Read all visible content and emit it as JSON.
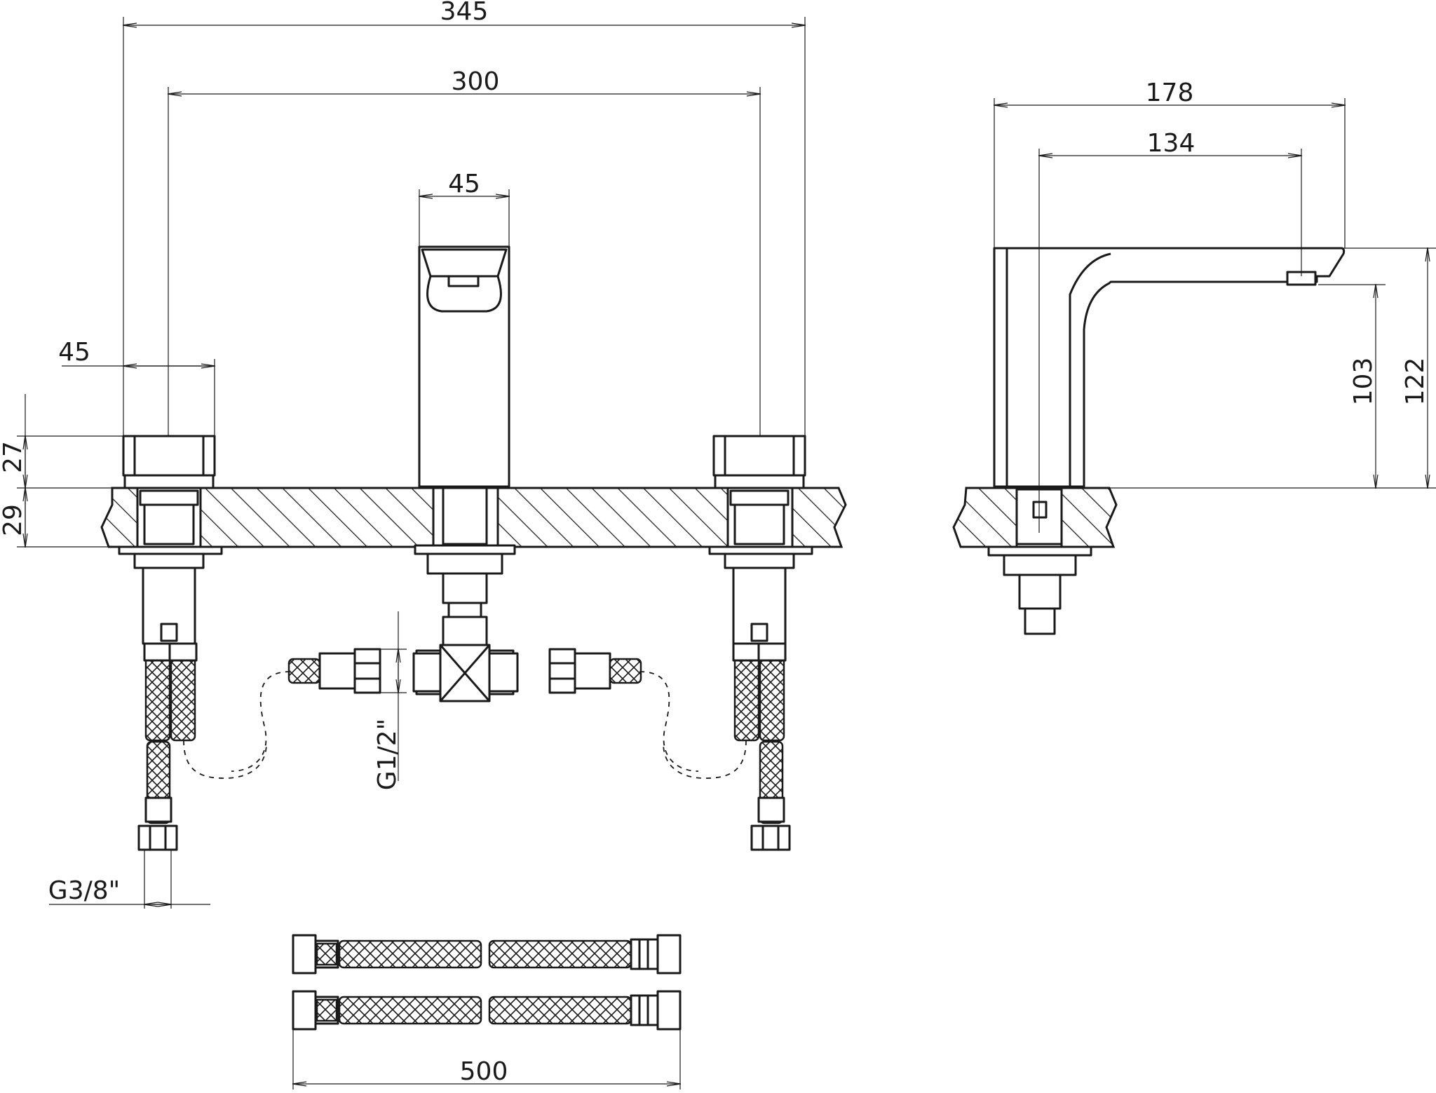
{
  "dimensions": {
    "front_overall_width": "345",
    "front_handle_spacing": "300",
    "front_spout_width": "45",
    "front_handle_width": "45",
    "front_handle_height": "27",
    "front_deck_thickness": "29",
    "side_overall_depth": "178",
    "side_spout_reach": "134",
    "side_spout_clearance": "103",
    "side_total_height": "122",
    "inlet_thread": "G1/2\"",
    "hose_thread": "G3/8\"",
    "hose_length": "500"
  }
}
